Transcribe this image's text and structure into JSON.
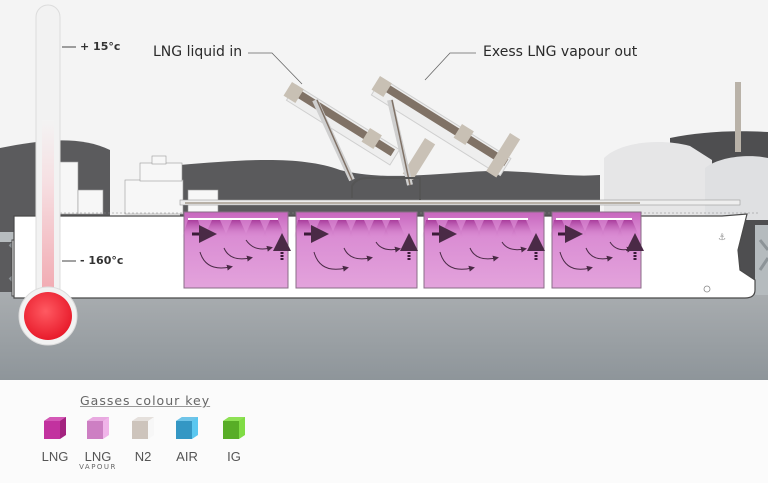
{
  "callouts": {
    "liquid_in": "LNG liquid in",
    "vapour_out": "Exess LNG vapour out"
  },
  "thermometer": {
    "top_label": "+ 15°c",
    "bottom_label": "- 160°c",
    "bulb_color": "#ee2a36",
    "tube_fill_color": "#f0a9b0"
  },
  "ship": {
    "tanks": [
      {
        "id": 1,
        "fill": "#d98ad2"
      },
      {
        "id": 2,
        "fill": "#d98ad2"
      },
      {
        "id": 3,
        "fill": "#d98ad2"
      },
      {
        "id": 4,
        "fill": "#d98ad2"
      }
    ],
    "loading_arms": [
      "liquid-arm",
      "vapour-arm"
    ]
  },
  "colour_key": {
    "title": "Gasses colour key",
    "items": [
      {
        "label": "LNG",
        "sub": "",
        "color": "#c2329f",
        "side": "#a3237f"
      },
      {
        "label": "LNG",
        "sub": "VAPOUR",
        "color": "#e09ad6",
        "side": "#cd7fc3"
      },
      {
        "label": "N2",
        "sub": "",
        "color": "#e4e0dc",
        "side": "#c9c0b8"
      },
      {
        "label": "AIR",
        "sub": "",
        "color": "#4fb3df",
        "side": "#3497c4"
      },
      {
        "label": "IG",
        "sub": "",
        "color": "#72cc3a",
        "side": "#58ad27"
      }
    ]
  }
}
